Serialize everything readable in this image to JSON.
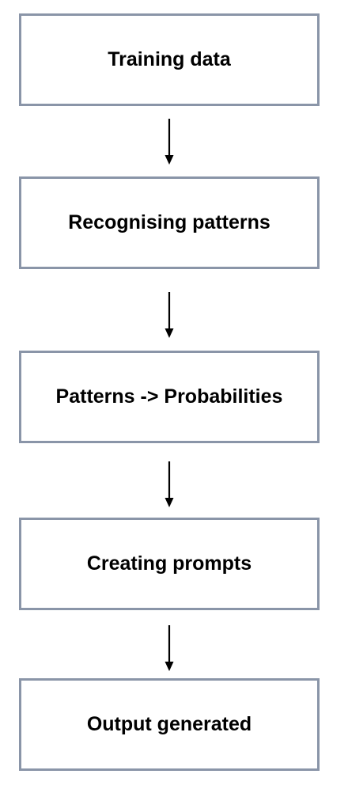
{
  "diagram": {
    "type": "flowchart",
    "direction": "top-to-bottom",
    "colors": {
      "box_border": "#8a95a8",
      "box_fill": "#ffffff",
      "arrow": "#000000",
      "text": "#000000"
    },
    "steps": [
      {
        "label": "Training data"
      },
      {
        "label": "Recognising patterns"
      },
      {
        "label": "Patterns -> Probabilities"
      },
      {
        "label": "Creating prompts"
      },
      {
        "label": "Output generated"
      }
    ]
  }
}
